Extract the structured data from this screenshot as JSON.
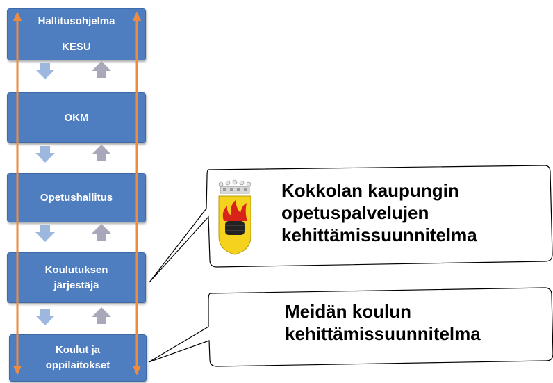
{
  "hierarchy": [
    {
      "line1": "Hallitusohjelma",
      "line2": "KESU"
    },
    {
      "line1": "OKM",
      "line2": ""
    },
    {
      "line1": "Opetushallitus",
      "line2": ""
    },
    {
      "line1": "Koulutuksen",
      "line2": "järjestäjä"
    },
    {
      "line1": "Koulut ja",
      "line2": "oppilaitokset"
    }
  ],
  "callouts": [
    {
      "lines": [
        "Kokkolan kaupungin",
        "opetuspalvelujen",
        "kehittämissuunnitelma"
      ]
    },
    {
      "lines": [
        "Meidän koulun",
        "kehittämissuunnitelma"
      ]
    }
  ],
  "icons": {
    "down_arrow": "down-arrow-icon",
    "up_arrow": "up-arrow-icon",
    "double_arrow": "double-headed-arrow-icon",
    "coat_of_arms": "kokkola-coat-of-arms-icon"
  },
  "colors": {
    "box": "#4f7ec0",
    "down_arrow": "#9db7de",
    "up_arrow": "#a9a7ba",
    "long_arrow": "#f08b3e"
  }
}
